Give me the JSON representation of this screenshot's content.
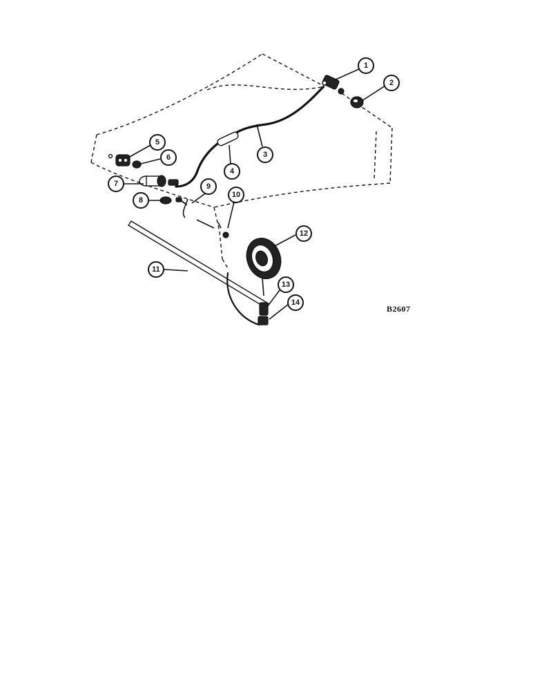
{
  "figure_code": "B2607",
  "callouts": [
    {
      "id": "1",
      "label": "1"
    },
    {
      "id": "2",
      "label": "2"
    },
    {
      "id": "3",
      "label": "3"
    },
    {
      "id": "4",
      "label": "4"
    },
    {
      "id": "5",
      "label": "5"
    },
    {
      "id": "6",
      "label": "6"
    },
    {
      "id": "7",
      "label": "7"
    },
    {
      "id": "8",
      "label": "8"
    },
    {
      "id": "9",
      "label": "9"
    },
    {
      "id": "10",
      "label": "10"
    },
    {
      "id": "11",
      "label": "11"
    },
    {
      "id": "12",
      "label": "12"
    },
    {
      "id": "13",
      "label": "13"
    },
    {
      "id": "14",
      "label": "14"
    }
  ]
}
